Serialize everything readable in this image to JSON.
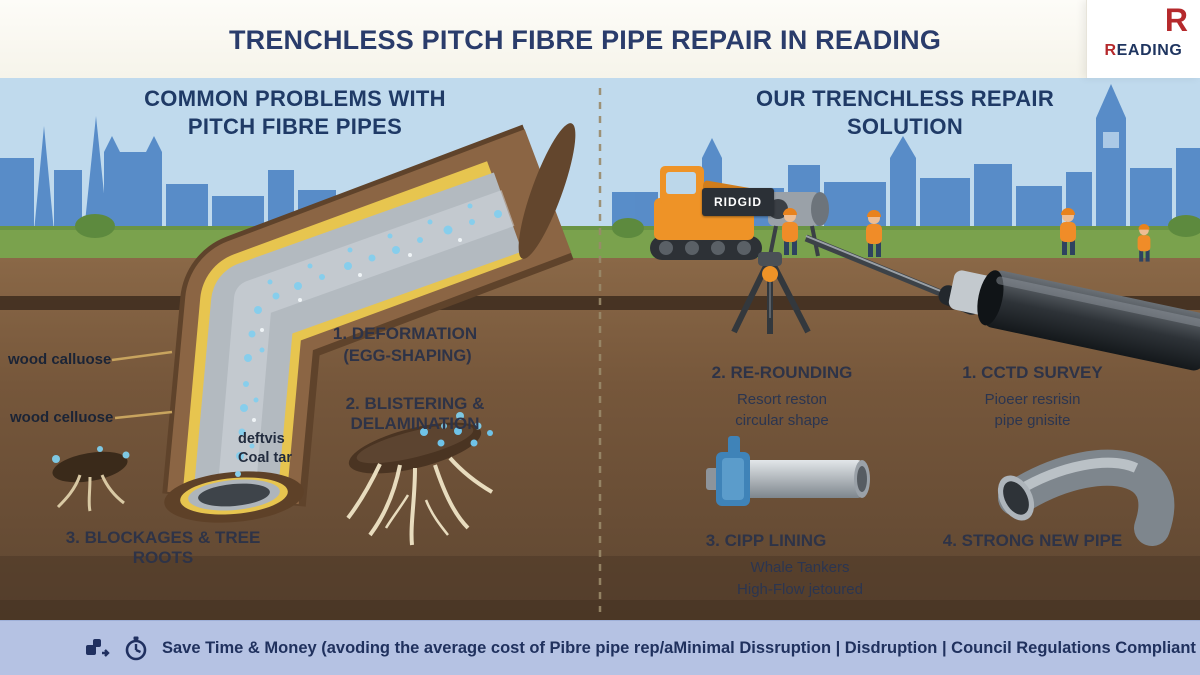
{
  "header": {
    "title": "TRENCHLESS PITCH FIBRE PIPE REPAIR IN READING",
    "logo": {
      "icon_letter": "R",
      "text": "READING"
    }
  },
  "left_panel": {
    "heading_line1": "COMMON PROBLEMS WITH",
    "heading_line2": "PITCH FIBRE PIPES",
    "pipe_labels": {
      "label1": "wood calluose",
      "label2": "wood celluose",
      "label3_line1": "deftvis",
      "label3_line2": "Coal tar"
    },
    "problems": {
      "p1_title": "1. DEFORMATION",
      "p1_sub": "(EGG-SHAPING)",
      "p2_title": "2. BLISTERING & DELAMINATION",
      "p3_title": "3. BLOCKAGES & TREE ROOTS"
    }
  },
  "right_panel": {
    "heading_line1": "OUR TRENCHLESS REPAIR",
    "heading_line2": "SOLUTION",
    "equipment_label": "RIDGID",
    "steps": {
      "s1_title": "1. CCTD SURVEY",
      "s1_desc1": "Pioeer resrisin",
      "s1_desc2": "pipe gnisite",
      "s2_title": "2. RE-ROUNDING",
      "s2_desc1": "Resort reston",
      "s2_desc2": "circular shape",
      "s3_title": "3. CIPP LINING",
      "s3_desc1": "Whale Tankers",
      "s3_desc2": "High-Flow jetoured",
      "s4_title": "4. STRONG NEW PIPE"
    }
  },
  "footer": {
    "text": "Save Time & Money (avoding the average cost of Pibre pipe rep/aMinimal Dissruption | Disdruption | Council Regulations Compliant"
  },
  "colors": {
    "accent_navy": "#2a3c6b",
    "sky": "#c0daed",
    "skyline": "#4d84c4",
    "grass": "#7aa24d",
    "soil": "#7b5a3d",
    "footer_bg": "#b5c2e3",
    "machine_orange": "#ee9327",
    "lining_yellow": "#e7c54f"
  }
}
